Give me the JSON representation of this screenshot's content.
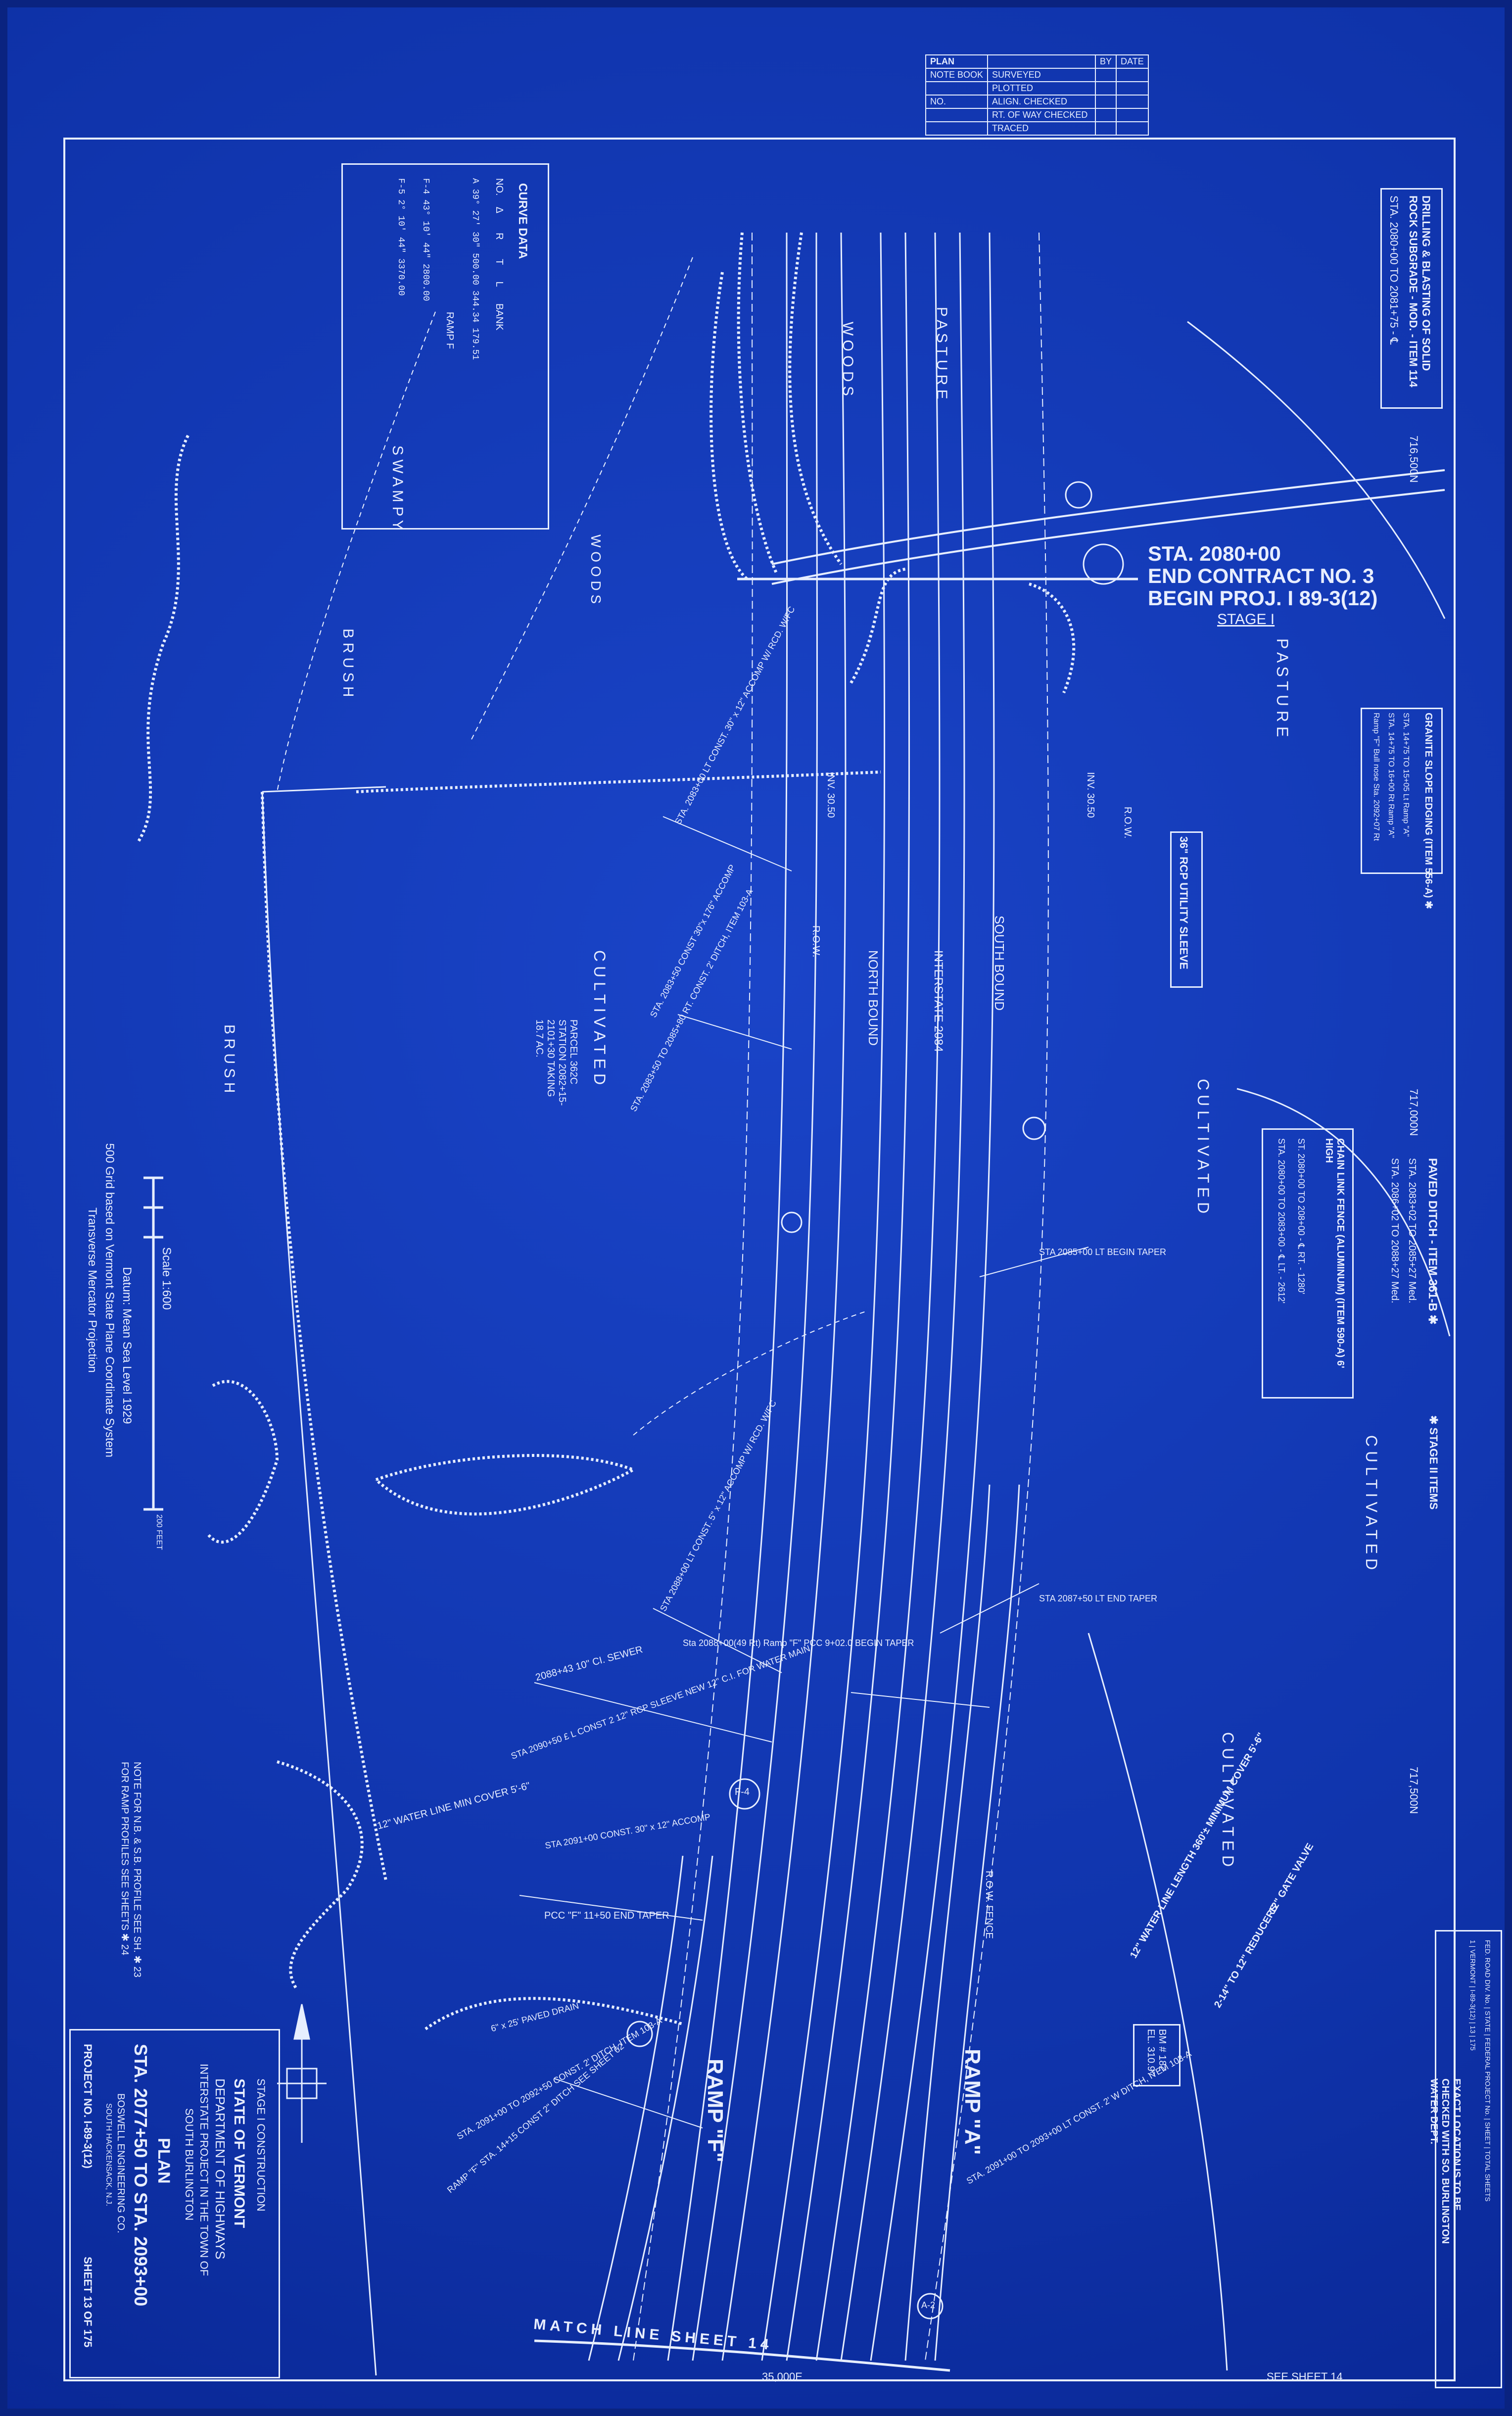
{
  "title_block": {
    "stage": "STAGE I CONSTRUCTION",
    "state": "STATE OF VERMONT",
    "department": "DEPARTMENT OF HIGHWAYS",
    "project_desc": "INTERSTATE PROJECT IN THE TOWN OF",
    "town": "SOUTH BURLINGTON",
    "plan_label": "PLAN",
    "stations": "STA. 2077+50 TO STA. 2093+00",
    "engineer": "BOSWELL ENGINEERING CO.",
    "engineer_city": "SOUTH HACKENSACK, N.J.",
    "project_no": "PROJECT NO. I-89-3(12)",
    "sheet": "SHEET 13 OF 175"
  },
  "stamp": {
    "header": "PLAN",
    "col_by": "BY",
    "col_date": "DATE",
    "rows": [
      "SURVEYED",
      "PLOTTED",
      "ALIGN. CHECKED",
      "RT. OF WAY CHECKED",
      "TRACED"
    ],
    "left_labels": [
      "NOTE BOOK",
      "NO."
    ]
  },
  "curve_data": {
    "title": "CURVE DATA",
    "headers": [
      "NO.",
      "Δ",
      "R",
      "T",
      "L",
      "BANK"
    ],
    "rows": [
      [
        "A",
        "39° 27' 30\"",
        "500.00",
        "344.34",
        "179.51",
        ""
      ],
      [
        "F-4",
        "43° 10' 44\"",
        "2800.00",
        "",
        "",
        ""
      ],
      [
        "F-5",
        "2° 10' 44\"",
        "3370.00",
        "",
        "",
        ""
      ]
    ],
    "ramp_label": "RAMP F"
  },
  "notes": {
    "drilling": "DRILLING & BLASTING OF SOLID ROCK SUBGRADE - MOD. - ITEM 114",
    "drilling_sta": "STA. 2080+00 TO 2081+75 - ℄",
    "granite": "GRANITE SLOPE EDGING (ITEM 556-A) ✱",
    "granite_1": "STA. 14+75 TO 15+05 Lt Ramp \"A\"",
    "granite_2": "STA. 14+75 TO 16+00 Rt Ramp \"A\"",
    "granite_3": "Ramp \"F\" Bull nose Sta. 2092+07 Rt",
    "paved_ditch": "PAVED DITCH - ITEM 361-B ✱",
    "paved_1": "STA. 2083+02 TO 2085+27 Med.",
    "paved_2": "STA. 2086+02 TO 2088+27 Med.",
    "stage_two": "✱ STAGE II ITEMS",
    "fence": "CHAIN LINK FENCE (ALUMINUM) (ITEM 590-A) 6' HIGH",
    "fence_1": "ST. 2080+00 TO 208+00 - ℄ RT. - 1280'",
    "fence_2": "STA. 2080+00 TO 2083+00 - ℄ LT. - 2612'",
    "exact_location": "EXACT LOCATION IS TO BE CHECKED WITH SO. BURLINGTON WATER DEPT.",
    "ramp_note": "NOTE FOR N.B. & S.B. PROFILE SEE SH. ✱ 23 FOR RAMP PROFILES SEE SHEETS ✱ 24"
  },
  "scale": {
    "scale_text": "Scale 1:600",
    "datum": "Datum: Mean Sea Level 1929",
    "grid": "500 Grid based on Vermont State Plane Coordinate System",
    "projection": "Transverse Mercator Projection",
    "ft": "200 FEET"
  },
  "map_labels": {
    "sta_main": "STA. 2080+00",
    "end_contract": "END CONTRACT NO. 3",
    "begin_proj": "BEGIN PROJ. I 89-3(12)",
    "stage_i": "STAGE I",
    "pasture_top": "P A S T U R E",
    "pasture_right": "P A S T U R E",
    "woods_top": "W O O D S",
    "woods_left": "W O O D S",
    "swampy": "S W A M P Y",
    "brush_top": "B R U S H",
    "brush_left": "B R U S H",
    "cultivated_mid": "C U L T I V A T E D",
    "cultivated_right": "C U L T I V A T E D",
    "cultivated_right2": "C U L T I V A T E D",
    "cultivated_bottom": "C U L T I V A T E D",
    "south_bound": "SOUTH BOUND",
    "north_bound": "NORTH BOUND",
    "interstate": "INTERSTATE 2084",
    "ramp_a": "RAMP \"A\"",
    "ramp_f": "RAMP \"F\"",
    "match_line": "MATCH LINE SHEET 14",
    "see_sheet": "SEE SHEET 14",
    "utility": "36\" RCP UTILITY SLEEVE",
    "inv_left": "INV. 30.50",
    "inv_right": "INV. 30.50",
    "row_left": "R.O.W.",
    "row_right": "R.O.W.",
    "row_fence": "R.O.W. FENCE",
    "accomp1": "STA. 2083+00 LT CONST. 30\" x 12\" ACCOMP W/ RCD. W/FC",
    "accomp2": "STA. 2083+50 CONST 30\"x 176\" ACCOMP",
    "ditch1": "STA. 2083+50 TO 2085+80 RT. CONST. 2' DITCH, ITEM 103-A",
    "sta_2085": "STA 2085+00 LT BEGIN TAPER",
    "sta_2087": "STA 2087+50 LT END TAPER",
    "sta_2088": "STA 2088+00 LT CONST. 5\" x 12\" ACCOMP W/ RCD. W/FC",
    "sta_2088b": "Sta 2088+00(49 Rt) Ramp \"F\" PCC 9+02.0 BEGIN TAPER",
    "sewer": "2088+43 10\" CI. SEWER",
    "water": "STA 2090+50 £ L CONST 2 12\" RCP SLEEVE NEW 12\" C.I. FOR WATER MAIN",
    "water_line": "12\" WATER LINE MIN COVER 5'-6\"",
    "water_line2": "12\" WATER LINE LENGTH 360'± MINIMUM COVER 5'-6\"",
    "gate_valve": "12\" GATE VALVE",
    "reducers": "2-14\" TO 12\" REDUCERS",
    "paved_drain": "6\" x 25' PAVED DRAIN",
    "ditch2": "STA. 2091+00 TO 2092+50 CONST. 2' DITCH, ITEM 103-A",
    "ditch3": "STA. 2091+00 TO 2093+00 LT CONST. 2' W DITCH, ITEM 103-A",
    "pcc": "PCC \"F\" 11+50 END TAPER",
    "sta_2091": "STA 2091+00 CONST. 30\" x 12\" ACCOMP",
    "ramp_f_note": "RAMP \"F\" STA. 14+15 CONST 2\" DITCH SEE SHEET 62",
    "bm": "BM # 182 EL. 310.97",
    "parcel": "PARCEL 362C STATION 2082+15-2101+30 TAKING 18.7 AC.",
    "coord_top": "716,500N",
    "coord_mid": "717,000N",
    "coord_low": "717,500N",
    "coord_bottom": "35,000E",
    "bv": "F-4",
    "a2": "A-2"
  },
  "fed_block": {
    "headers": [
      "FED. ROAD DIV. No.",
      "STATE",
      "FEDERAL PROJECT No.",
      "SHEET",
      "TOTAL SHEETS"
    ],
    "values": [
      "1",
      "VERMONT",
      "I-89-3(12)",
      "13",
      "175"
    ]
  }
}
